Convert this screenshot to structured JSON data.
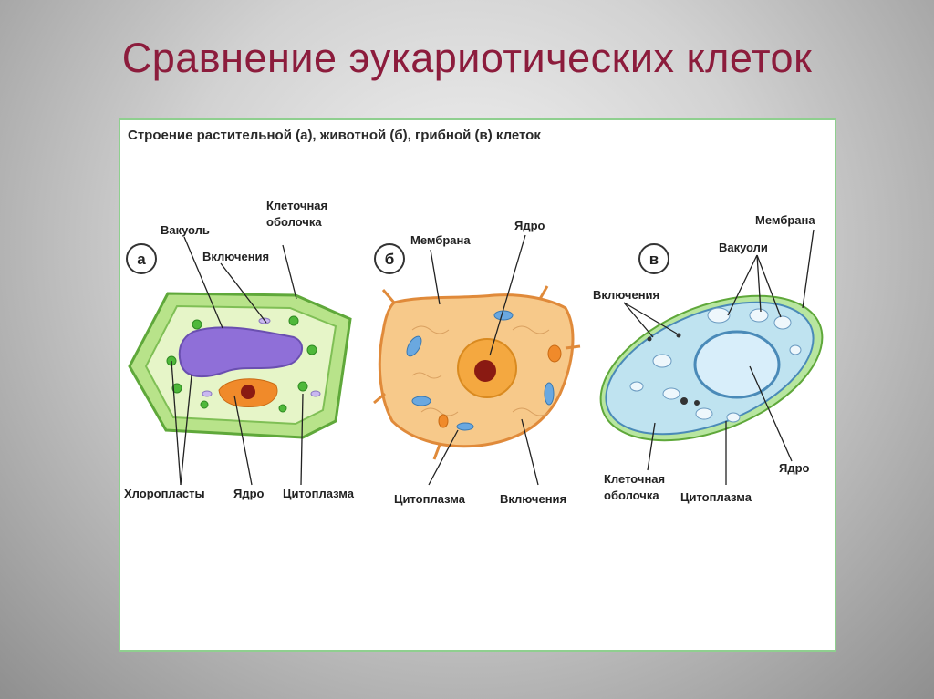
{
  "title": "Сравнение эукариотических клеток",
  "figure": {
    "caption": "Строение растительной (а), животной (б), грибной (в) клеток",
    "plant": {
      "letter": "а",
      "labels": {
        "vacuole": "Вакуоль",
        "inclusions": "Включения",
        "cell_wall": [
          "Клеточная",
          "оболочка"
        ],
        "chloroplasts": "Хлоропласты",
        "nucleus": "Ядро",
        "cytoplasm": "Цитоплазма"
      }
    },
    "animal": {
      "letter": "б",
      "labels": {
        "membrane": "Мембрана",
        "nucleus": "Ядро",
        "cytoplasm": "Цитоплазма",
        "inclusions": "Включения"
      }
    },
    "fungal": {
      "letter": "в",
      "labels": {
        "membrane": "Мембрана",
        "vacuoles": "Вакуоли",
        "inclusions": "Включения",
        "nucleus": "Ядро",
        "cell_wall": [
          "Клеточная",
          "оболочка"
        ],
        "cytoplasm": "Цитоплазма"
      }
    }
  }
}
